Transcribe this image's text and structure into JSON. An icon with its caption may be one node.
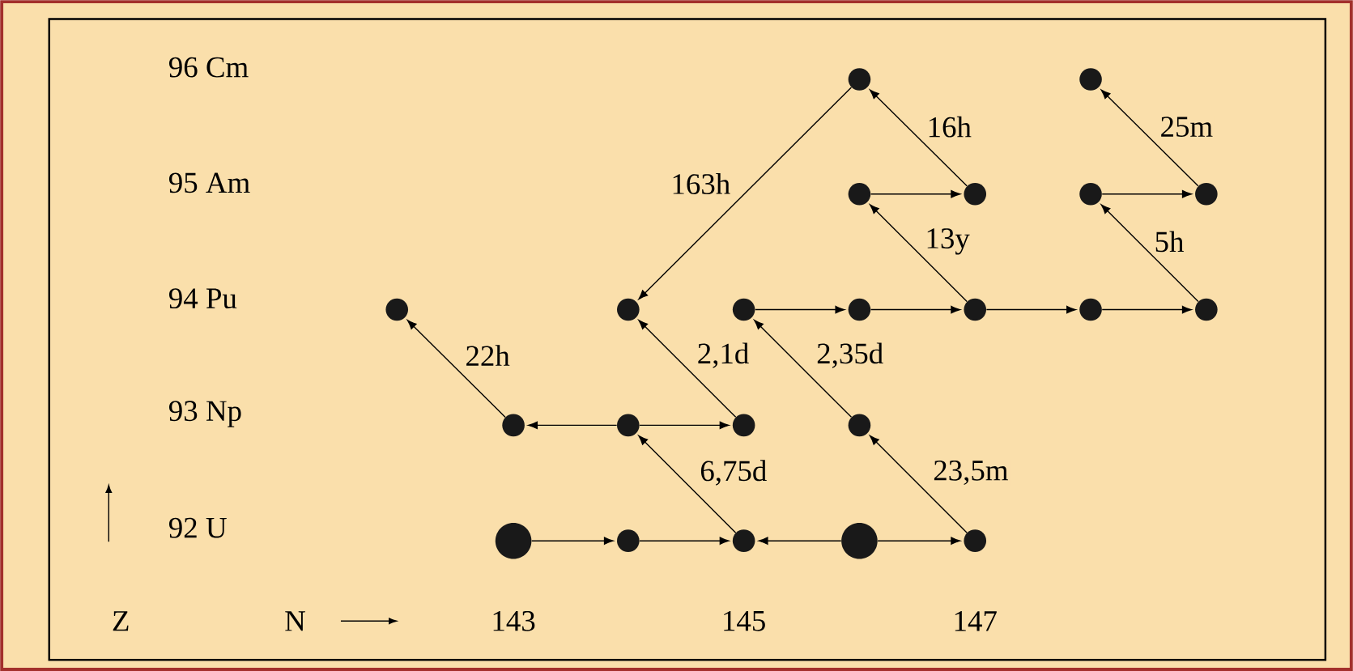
{
  "diagram": {
    "nodes": [
      {
        "text": [],
        "shape": "circle"
      },
      {
        "text": [],
        "shape": "circle"
      },
      {
        "text": [],
        "shape": "circle"
      },
      {
        "text": [],
        "shape": "circle"
      },
      {
        "text": [],
        "shape": "circle"
      },
      {
        "text": [],
        "shape": "circle"
      },
      {
        "text": [],
        "shape": "circle"
      },
      {
        "text": [],
        "shape": "circle"
      },
      {
        "text": [],
        "shape": "circle"
      },
      {
        "text": [],
        "shape": "circle"
      },
      {
        "text": [],
        "shape": "circle"
      },
      {
        "text": [],
        "shape": "circle"
      },
      {
        "text": [],
        "shape": "circle"
      },
      {
        "text": [],
        "shape": "circle"
      },
      {
        "text": [],
        "shape": "circle"
      },
      {
        "text": [],
        "shape": "circle"
      },
      {
        "text": [],
        "shape": "circle"
      },
      {
        "text": [],
        "shape": "circle"
      },
      {
        "text": [],
        "shape": "circle"
      },
      {
        "text": [],
        "shape": "circle"
      },
      {
        "text": [],
        "shape": "circle"
      },
      {
        "text": [],
        "shape": "circle"
      }
    ],
    "edges": [
      {
        "from": 17,
        "to": 18,
        "arrow": "to"
      },
      {
        "from": 18,
        "to": 19,
        "arrow": "to"
      },
      {
        "from": 20,
        "to": 19,
        "arrow": "to"
      },
      {
        "from": 20,
        "to": 21,
        "arrow": "to"
      },
      {
        "from": 19,
        "to": 14,
        "arrow": "to",
        "label": "6,75d"
      },
      {
        "from": 14,
        "to": 13,
        "arrow": "to"
      },
      {
        "from": 14,
        "to": 15,
        "arrow": "to"
      },
      {
        "from": 13,
        "to": 6,
        "arrow": "to",
        "label": "22h"
      },
      {
        "from": 15,
        "to": 7,
        "arrow": "to",
        "label": "2,1d"
      },
      {
        "from": 21,
        "to": 16,
        "arrow": "to",
        "label": "23,5m"
      },
      {
        "from": 16,
        "to": 8,
        "arrow": "to",
        "label": "2,35d"
      },
      {
        "from": 8,
        "to": 9,
        "arrow": "to"
      },
      {
        "from": 9,
        "to": 10,
        "arrow": "to"
      },
      {
        "from": 10,
        "to": 11,
        "arrow": "to"
      },
      {
        "from": 11,
        "to": 12,
        "arrow": "to"
      },
      {
        "from": 10,
        "to": 2,
        "arrow": "to",
        "label": "13y"
      },
      {
        "from": 2,
        "to": 3,
        "arrow": "to"
      },
      {
        "from": 3,
        "to": 0,
        "arrow": "to",
        "label": "16h"
      },
      {
        "from": 0,
        "to": 7,
        "arrow": "to",
        "label": "163h"
      },
      {
        "from": 12,
        "to": 4,
        "arrow": "to",
        "label": "5h"
      },
      {
        "from": 4,
        "to": 5,
        "arrow": "to"
      },
      {
        "from": 5,
        "to": 1,
        "arrow": "to",
        "label": "25m"
      }
    ],
    "labels": [
      "96 Cm",
      "95 Am",
      "94 Pu",
      "93 Np",
      "92 U",
      "Z",
      "N",
      "143",
      "145",
      "147"
    ]
  }
}
